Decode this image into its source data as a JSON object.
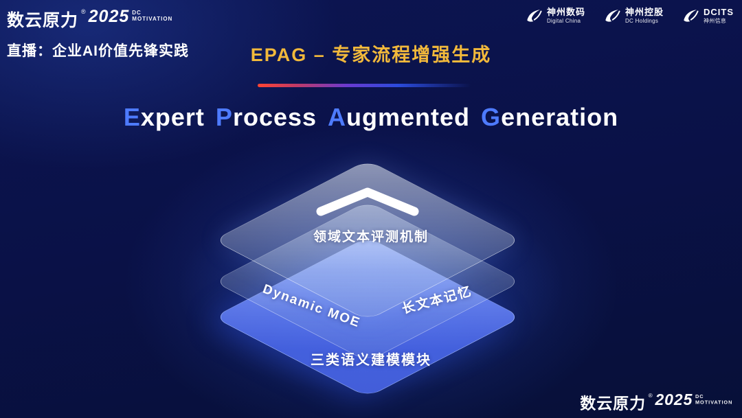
{
  "brand": {
    "name": "数云原力",
    "reg": "®",
    "year": "2025",
    "sub_line1": "DC",
    "sub_line2": "MOTIVATION"
  },
  "header": {
    "live_label": "直播：企业AI价值先锋实践",
    "slide_title": "EPAG – 专家流程增强生成"
  },
  "partner_logos": [
    {
      "name": "神州数码",
      "sub": "Digital China"
    },
    {
      "name": "神州控股",
      "sub": "DC Holdings"
    },
    {
      "name": "DCITS",
      "sub": "神州信息"
    }
  ],
  "main_title": {
    "full": "Expert Process Augmented Generation",
    "words": [
      {
        "cap": "E",
        "rest": "xpert"
      },
      {
        "cap": "P",
        "rest": "rocess"
      },
      {
        "cap": "A",
        "rest": "ugmented"
      },
      {
        "cap": "G",
        "rest": "eneration"
      }
    ]
  },
  "diagram": {
    "top_layer_label": "领域文本评测机制",
    "middle_left_label": "Dynamic MOE",
    "middle_right_label": "长文本记忆",
    "bottom_layer_label": "三类语义建模模块"
  },
  "colors": {
    "accent_gold": "#F2B93B",
    "cap_blue": "#4E7BFF",
    "line_red": "#FF4432",
    "line_blue": "#2B4BDC",
    "bottom_layer_blue": "#5B7EF7",
    "background_navy": "#0A1147"
  }
}
